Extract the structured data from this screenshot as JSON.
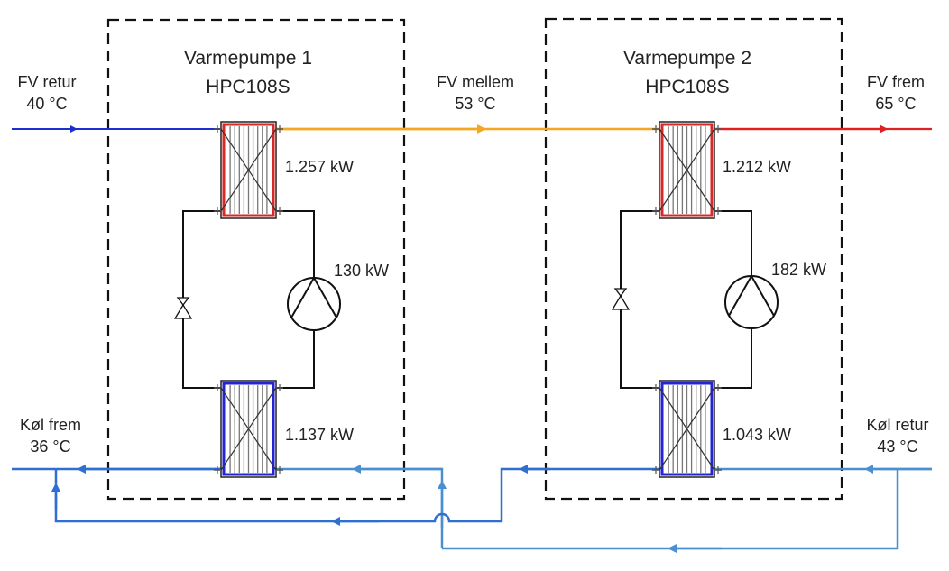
{
  "colors": {
    "fv_retur": "#1a2fd0",
    "fv_mellem": "#f5a623",
    "fv_frem": "#e02020",
    "kol_dark": "#2f6fd0",
    "kol_light": "#4a8fd0",
    "condenser": "#d42a2a",
    "evaporator": "#2424d0",
    "refrigerant": "#111111",
    "dashed": "#111111"
  },
  "heat_pumps": [
    {
      "name": "Varmepumpe 1",
      "model": "HPC108S",
      "condenser_power": "1.257 kW",
      "compressor_power": "130 kW",
      "evaporator_power": "1.137 kW"
    },
    {
      "name": "Varmepumpe 2",
      "model": "HPC108S",
      "condenser_power": "1.212 kW",
      "compressor_power": "182 kW",
      "evaporator_power": "1.043 kW"
    }
  ],
  "streams": {
    "fv_retur": {
      "label": "FV retur",
      "temp": "40 °C"
    },
    "fv_mellem": {
      "label": "FV mellem",
      "temp": "53 °C"
    },
    "fv_frem": {
      "label": "FV frem",
      "temp": "65 °C"
    },
    "kol_frem": {
      "label": "Køl frem",
      "temp": "36 °C"
    },
    "kol_retur": {
      "label": "Køl retur",
      "temp": "43 °C"
    }
  }
}
